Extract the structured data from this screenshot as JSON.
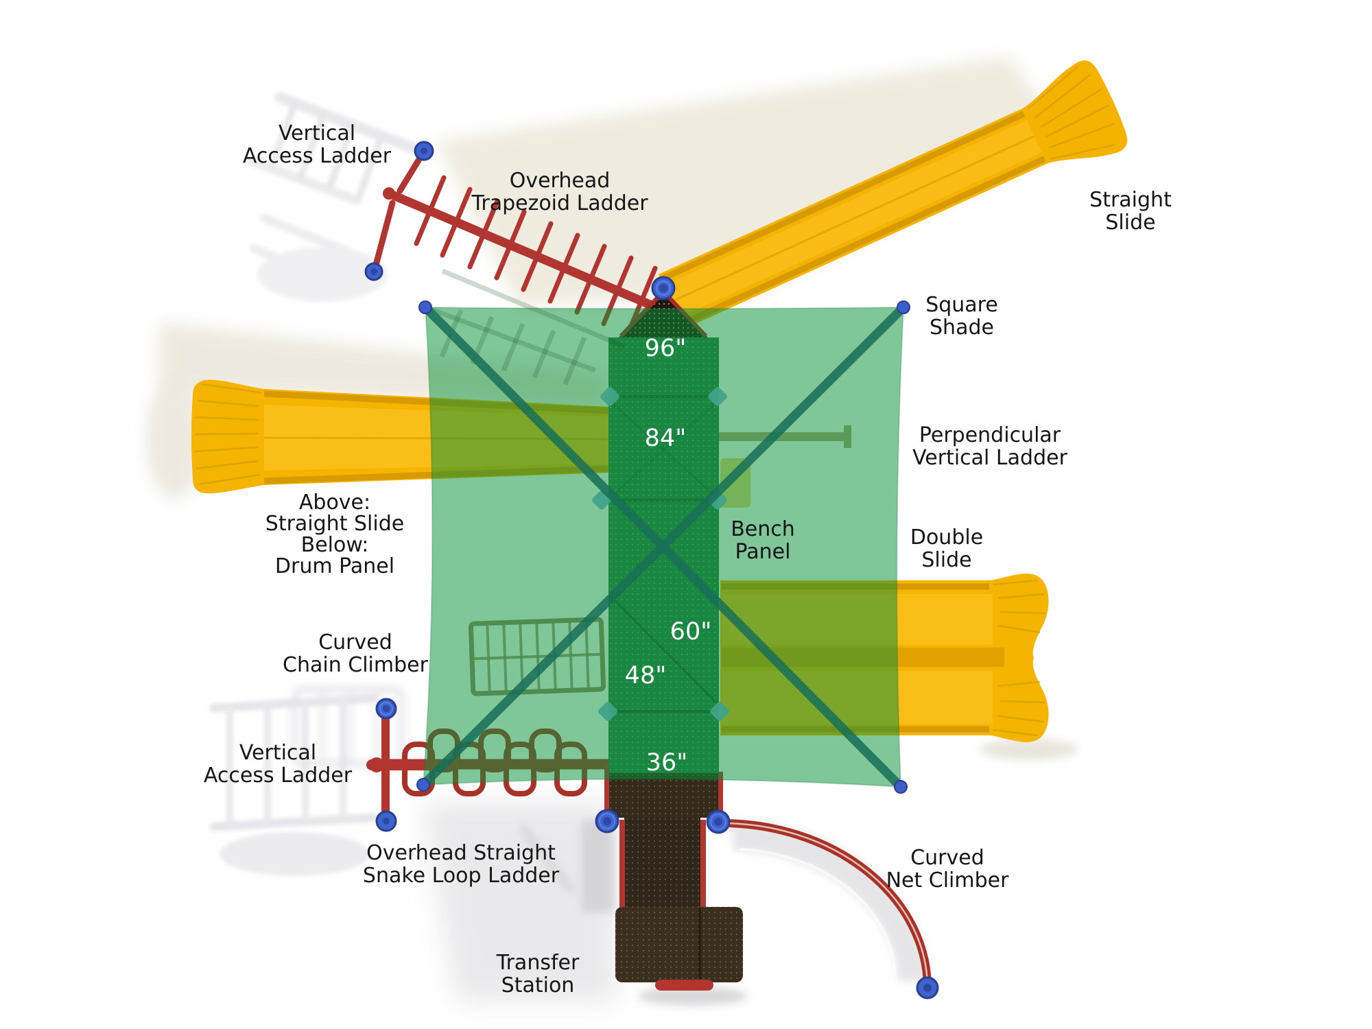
{
  "diagram_title": "playground-structure-top-view",
  "labels": {
    "vertical_access_ladder_top": {
      "line1": "Vertical",
      "line2": "Access Ladder"
    },
    "overhead_trapezoid_ladder": {
      "line1": "Overhead",
      "line2": "Trapezoid Ladder"
    },
    "straight_slide": {
      "line1": "Straight",
      "line2": "Slide"
    },
    "square_shade": {
      "line1": "Square",
      "line2": "Shade"
    },
    "perpendicular_vertical_ladder": {
      "line1": "Perpendicular",
      "line2": "Vertical Ladder"
    },
    "above_below_combo": {
      "line1": "Above:",
      "line2": "Straight Slide",
      "line3": "Below:",
      "line4": "Drum Panel"
    },
    "bench_panel": {
      "line1": "Bench",
      "line2": "Panel"
    },
    "double_slide": {
      "line1": "Double",
      "line2": "Slide"
    },
    "curved_chain_climber": {
      "line1": "Curved",
      "line2": "Chain Climber"
    },
    "vertical_access_ladder_bottom": {
      "line1": "Vertical",
      "line2": "Access Ladder"
    },
    "overhead_straight_snake_loop_ladder": {
      "line1": "Overhead Straight",
      "line2": "Snake Loop Ladder"
    },
    "transfer_station": {
      "line1": "Transfer",
      "line2": "Station"
    },
    "curved_net_climber": {
      "line1": "Curved",
      "line2": "Net Climber"
    }
  },
  "measurements": {
    "deck_96": "96\"",
    "deck_84": "84\"",
    "deck_60": "60\"",
    "deck_48": "48\"",
    "deck_36": "36\""
  },
  "colors": {
    "background": "#ffffff",
    "shade_fill": "#3aa064",
    "shade_diagonal": "#1f7a63",
    "slide_yellow": "#f5b301",
    "slide_wall": "#d79a00",
    "structure_red": "#b23530",
    "deck_green": "#2c7b4a",
    "deck_brown": "#352a1b",
    "connector_blue": "#3f63cc",
    "clamp_teal": "#7fb7e0",
    "shadow_warm": "#efe9dc",
    "shadow_gray": "#d4d4d8"
  }
}
